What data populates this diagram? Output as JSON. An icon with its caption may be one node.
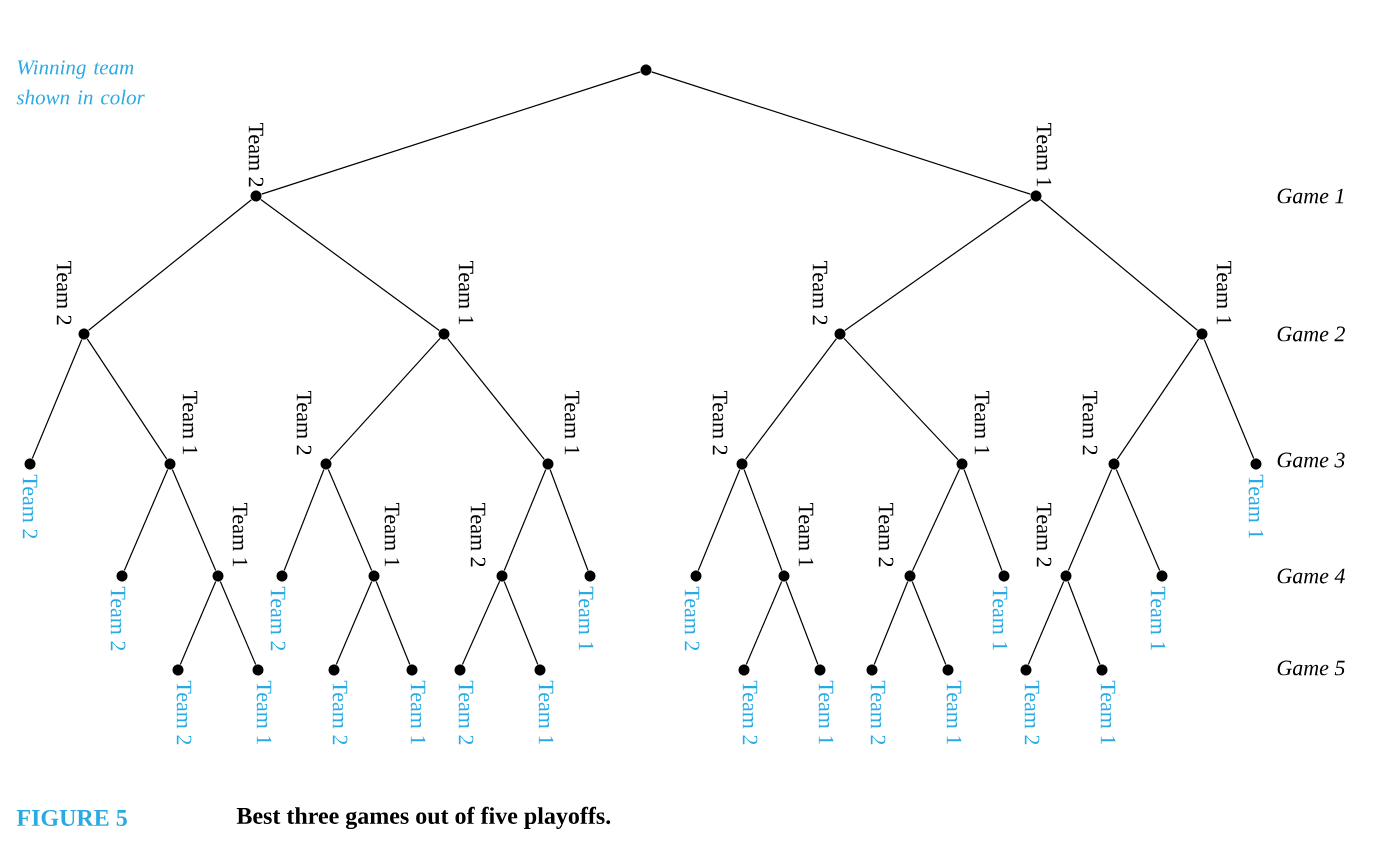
{
  "diagram": {
    "caption": "Best three games out of five playoffs.",
    "nodes": [
      {
        "text": [],
        "shape": "circle"
      },
      {
        "text": [],
        "shape": "circle",
        "beside": [
          "Team 2"
        ]
      },
      {
        "text": [],
        "shape": "circle",
        "beside": [
          "Team 1"
        ]
      },
      {
        "text": [],
        "shape": "circle",
        "beside": [
          "Team 2"
        ]
      },
      {
        "text": [],
        "shape": "circle",
        "beside": [
          "Team 1"
        ]
      },
      {
        "text": [],
        "shape": "circle",
        "beside": [
          "Team 2"
        ]
      },
      {
        "text": [],
        "shape": "circle",
        "beside": [
          "Team 1"
        ]
      },
      {
        "text": [],
        "shape": "circle",
        "beside": [
          "Team 2"
        ]
      },
      {
        "text": [],
        "shape": "circle",
        "beside": [
          "Team 1"
        ]
      },
      {
        "text": [],
        "shape": "circle",
        "beside": [
          "Team 2"
        ]
      },
      {
        "text": [],
        "shape": "circle",
        "beside": [
          "Team 1"
        ]
      },
      {
        "text": [],
        "shape": "circle",
        "beside": [
          "Team 2"
        ]
      },
      {
        "text": [],
        "shape": "circle",
        "beside": [
          "Team 1"
        ]
      },
      {
        "text": [],
        "shape": "circle",
        "beside": [
          "Team 2"
        ]
      },
      {
        "text": [],
        "shape": "circle",
        "beside": [
          "Team 1"
        ]
      },
      {
        "text": [],
        "shape": "circle",
        "beside": [
          "Team 2"
        ]
      },
      {
        "text": [],
        "shape": "circle",
        "beside": [
          "Team 1"
        ]
      },
      {
        "text": [],
        "shape": "circle",
        "beside": [
          "Team 2"
        ]
      },
      {
        "text": [],
        "shape": "circle",
        "beside": [
          "Team 1"
        ]
      },
      {
        "text": [],
        "shape": "circle",
        "beside": [
          "Team 2"
        ]
      },
      {
        "text": [],
        "shape": "circle",
        "beside": [
          "Team 1"
        ]
      },
      {
        "text": [],
        "shape": "circle",
        "beside": [
          "Team 2"
        ]
      },
      {
        "text": [],
        "shape": "circle",
        "beside": [
          "Team 1"
        ]
      },
      {
        "text": [],
        "shape": "circle",
        "beside": [
          "Team 2"
        ]
      },
      {
        "text": [],
        "shape": "circle",
        "beside": [
          "Team 1"
        ]
      },
      {
        "text": [],
        "shape": "circle",
        "beside": [
          "Team 2"
        ]
      },
      {
        "text": [],
        "shape": "circle",
        "beside": [
          "Team 1"
        ]
      },
      {
        "text": [],
        "shape": "circle",
        "beside": [
          "Team 2"
        ]
      },
      {
        "text": [],
        "shape": "circle",
        "beside": [
          "Team 1"
        ]
      },
      {
        "text": [],
        "shape": "circle",
        "beside": [
          "Team 2"
        ]
      },
      {
        "text": [],
        "shape": "circle",
        "beside": [
          "Team 1"
        ]
      },
      {
        "text": [],
        "shape": "circle",
        "beside": [
          "Team 2"
        ]
      },
      {
        "text": [],
        "shape": "circle",
        "beside": [
          "Team 1"
        ]
      },
      {
        "text": [],
        "shape": "circle",
        "beside": [
          "Team 2"
        ]
      },
      {
        "text": [],
        "shape": "circle",
        "beside": [
          "Team 1"
        ]
      },
      {
        "text": [],
        "shape": "circle",
        "beside": [
          "Team 2"
        ]
      },
      {
        "text": [],
        "shape": "circle",
        "beside": [
          "Team 1"
        ]
      },
      {
        "text": [],
        "shape": "circle",
        "beside": [
          "Team 2"
        ]
      },
      {
        "text": [],
        "shape": "circle",
        "beside": [
          "Team 1"
        ]
      }
    ],
    "edges": [
      {
        "from": 0,
        "to": 1,
        "arrow": "none"
      },
      {
        "from": 0,
        "to": 2,
        "arrow": "none"
      },
      {
        "from": 1,
        "to": 3,
        "arrow": "none"
      },
      {
        "from": 1,
        "to": 4,
        "arrow": "none"
      },
      {
        "from": 2,
        "to": 5,
        "arrow": "none"
      },
      {
        "from": 2,
        "to": 6,
        "arrow": "none"
      },
      {
        "from": 3,
        "to": 7,
        "arrow": "none"
      },
      {
        "from": 3,
        "to": 8,
        "arrow": "none"
      },
      {
        "from": 4,
        "to": 9,
        "arrow": "none"
      },
      {
        "from": 4,
        "to": 10,
        "arrow": "none"
      },
      {
        "from": 5,
        "to": 11,
        "arrow": "none"
      },
      {
        "from": 5,
        "to": 12,
        "arrow": "none"
      },
      {
        "from": 6,
        "to": 13,
        "arrow": "none"
      },
      {
        "from": 6,
        "to": 14,
        "arrow": "none"
      },
      {
        "from": 8,
        "to": 15,
        "arrow": "none"
      },
      {
        "from": 8,
        "to": 16,
        "arrow": "none"
      },
      {
        "from": 9,
        "to": 17,
        "arrow": "none"
      },
      {
        "from": 9,
        "to": 18,
        "arrow": "none"
      },
      {
        "from": 10,
        "to": 19,
        "arrow": "none"
      },
      {
        "from": 10,
        "to": 20,
        "arrow": "none"
      },
      {
        "from": 11,
        "to": 21,
        "arrow": "none"
      },
      {
        "from": 11,
        "to": 22,
        "arrow": "none"
      },
      {
        "from": 12,
        "to": 23,
        "arrow": "none"
      },
      {
        "from": 12,
        "to": 24,
        "arrow": "none"
      },
      {
        "from": 13,
        "to": 25,
        "arrow": "none"
      },
      {
        "from": 13,
        "to": 26,
        "arrow": "none"
      },
      {
        "from": 16,
        "to": 27,
        "arrow": "none"
      },
      {
        "from": 16,
        "to": 28,
        "arrow": "none"
      },
      {
        "from": 18,
        "to": 29,
        "arrow": "none"
      },
      {
        "from": 18,
        "to": 30,
        "arrow": "none"
      },
      {
        "from": 19,
        "to": 31,
        "arrow": "none"
      },
      {
        "from": 19,
        "to": 32,
        "arrow": "none"
      },
      {
        "from": 22,
        "to": 33,
        "arrow": "none"
      },
      {
        "from": 22,
        "to": 34,
        "arrow": "none"
      },
      {
        "from": 23,
        "to": 35,
        "arrow": "none"
      },
      {
        "from": 23,
        "to": 36,
        "arrow": "none"
      },
      {
        "from": 25,
        "to": 37,
        "arrow": "none"
      },
      {
        "from": 25,
        "to": 38,
        "arrow": "none"
      }
    ],
    "labels": [
      "Winning team shown in color",
      "Game 1",
      "Game 2",
      "Game 3",
      "Game 4",
      "Game 5",
      "FIGURE 5"
    ]
  }
}
